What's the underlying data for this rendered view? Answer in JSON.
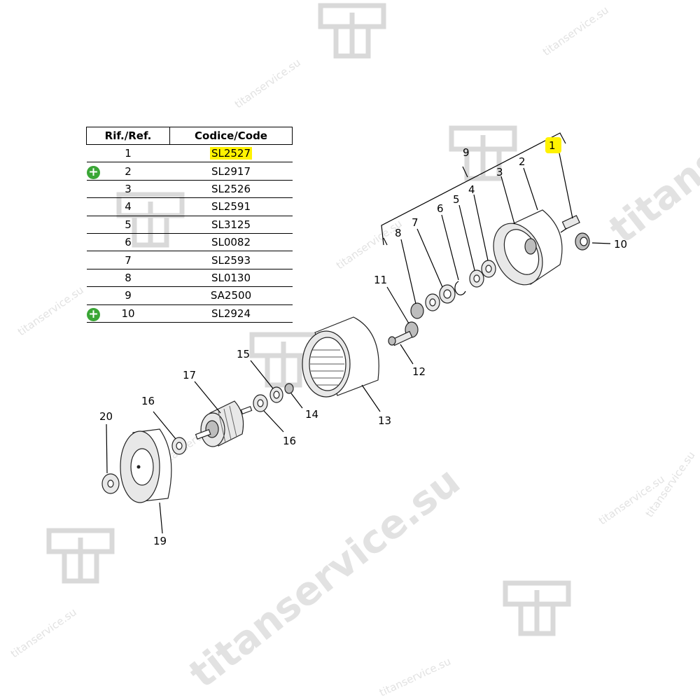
{
  "watermark": {
    "site": "titanservice.su",
    "color": "#d9d9d9"
  },
  "table": {
    "header_ref": "Rif./Ref.",
    "header_code": "Codice/Code",
    "rows": [
      {
        "ref": "1",
        "code": "SL2527",
        "highlight": true,
        "added": false
      },
      {
        "ref": "2",
        "code": "SL2917",
        "highlight": false,
        "added": true
      },
      {
        "ref": "3",
        "code": "SL2526",
        "highlight": false,
        "added": false
      },
      {
        "ref": "4",
        "code": "SL2591",
        "highlight": false,
        "added": false
      },
      {
        "ref": "5",
        "code": "SL3125",
        "highlight": false,
        "added": false
      },
      {
        "ref": "6",
        "code": "SL0082",
        "highlight": false,
        "added": false
      },
      {
        "ref": "7",
        "code": "SL2593",
        "highlight": false,
        "added": false
      },
      {
        "ref": "8",
        "code": "SL0130",
        "highlight": false,
        "added": false
      },
      {
        "ref": "9",
        "code": "SA2500",
        "highlight": false,
        "added": false
      },
      {
        "ref": "10",
        "code": "SL2924",
        "highlight": false,
        "added": true
      }
    ],
    "added_icon": "plus-circle-icon",
    "added_color": "#3aa636",
    "highlight_color": "#fff200"
  },
  "callouts": [
    "1",
    "2",
    "3",
    "4",
    "5",
    "6",
    "7",
    "8",
    "9",
    "10",
    "11",
    "12",
    "13",
    "14",
    "15",
    "16",
    "16",
    "17",
    "19",
    "20"
  ]
}
